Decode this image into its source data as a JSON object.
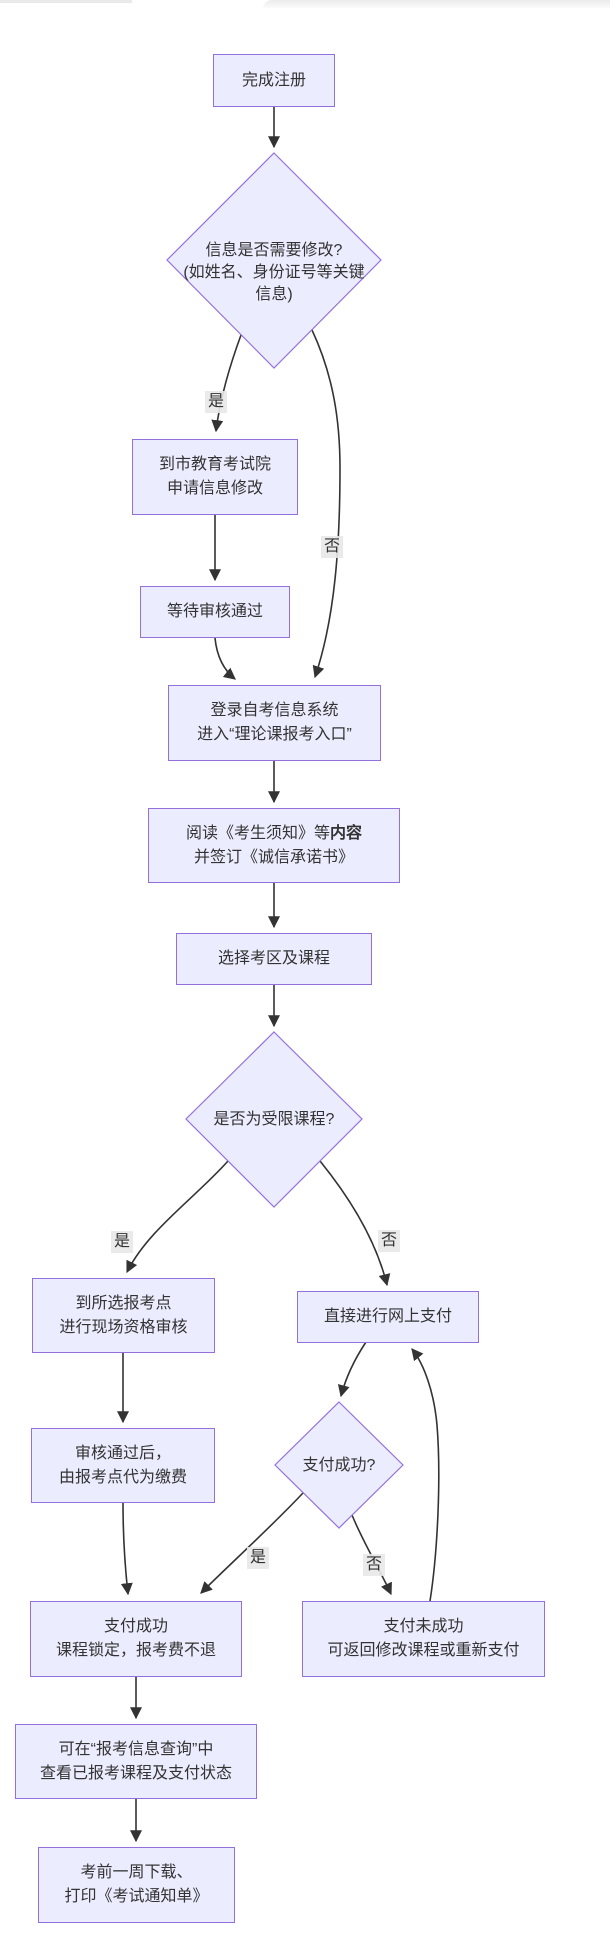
{
  "colors": {
    "node_fill": "#ECECFF",
    "node_border": "#9370DB",
    "edge_stroke": "#333333",
    "text": "#333333",
    "edge_label_bg": "#e8e8e8"
  },
  "nodes": {
    "register": {
      "lines": [
        "完成注册"
      ]
    },
    "decision_info_modify": {
      "lines": [
        "信息是否需要修改?",
        "(如姓名、身份证号等关键",
        "信息)"
      ]
    },
    "apply_modify": {
      "lines": [
        "到市教育考试院",
        "申请信息修改"
      ]
    },
    "wait_review": {
      "lines": [
        "等待审核通过"
      ]
    },
    "login_system": {
      "lines": [
        "登录自考信息系统",
        "进入“理论课报考入口”"
      ]
    },
    "read_notice": {
      "line1_prefix": "阅读《考生须知》等",
      "line1_bold": "内容",
      "line2": "并签订《诚信承诺书》"
    },
    "select_course": {
      "lines": [
        "选择考区及课程"
      ]
    },
    "decision_restricted": {
      "lines": [
        "是否为受限课程?"
      ]
    },
    "onsite_review": {
      "lines": [
        "到所选报考点",
        "进行现场资格审核"
      ]
    },
    "online_pay": {
      "lines": [
        "直接进行网上支付"
      ]
    },
    "point_fee": {
      "lines": [
        "审核通过后，",
        "由报考点代为缴费"
      ]
    },
    "decision_pay_ok": {
      "lines": [
        "支付成功?"
      ]
    },
    "pay_success": {
      "lines": [
        "支付成功",
        "课程锁定，报考费不退"
      ]
    },
    "pay_fail": {
      "lines": [
        "支付未成功",
        "可返回修改课程或重新支付"
      ]
    },
    "query_status": {
      "lines": [
        "可在“报考信息查询”中",
        "查看已报考课程及支付状态"
      ]
    },
    "print_notice": {
      "lines": [
        "考前一周下载、",
        "打印《考试通知单》"
      ]
    }
  },
  "edge_labels": {
    "yes1": "是",
    "no1": "否",
    "yes2": "是",
    "no2": "否",
    "yes3": "是",
    "no3": "否"
  }
}
